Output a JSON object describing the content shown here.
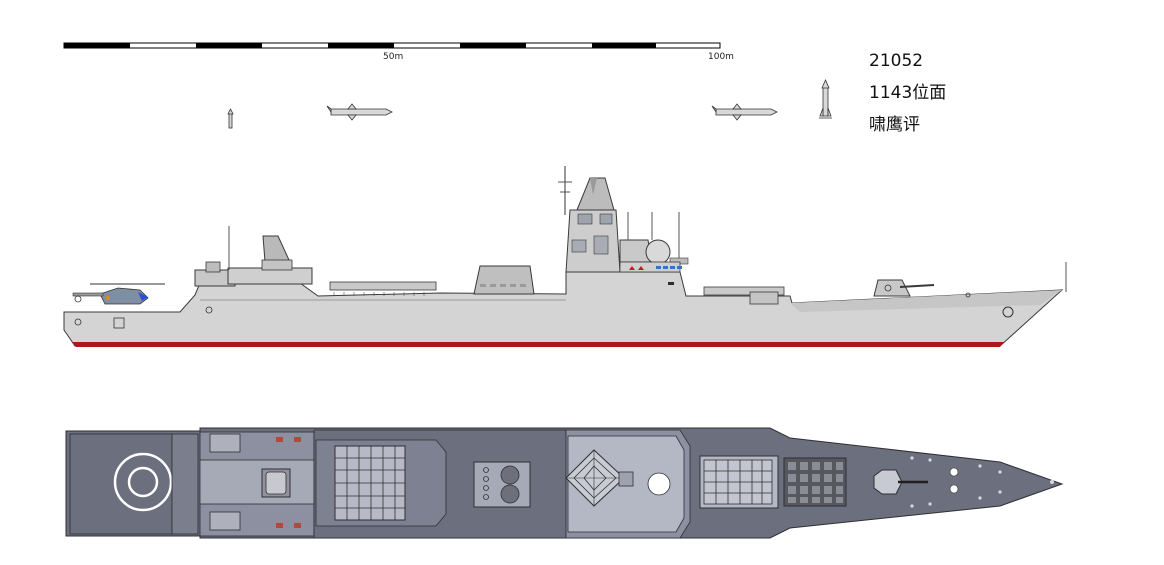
{
  "scale": {
    "mid_label": "50m",
    "end_label": "100m"
  },
  "caption": {
    "line1": "21052",
    "line2": "1143位面",
    "line3": "啸鹰评"
  },
  "colors": {
    "hull": "#d4d4d4",
    "boot_top": "#b01818",
    "deck_dark": "#6b6f7e",
    "deck_mid": "#8c90a0",
    "deck_light": "#b4b7c4",
    "outline": "#3a3a3a"
  }
}
